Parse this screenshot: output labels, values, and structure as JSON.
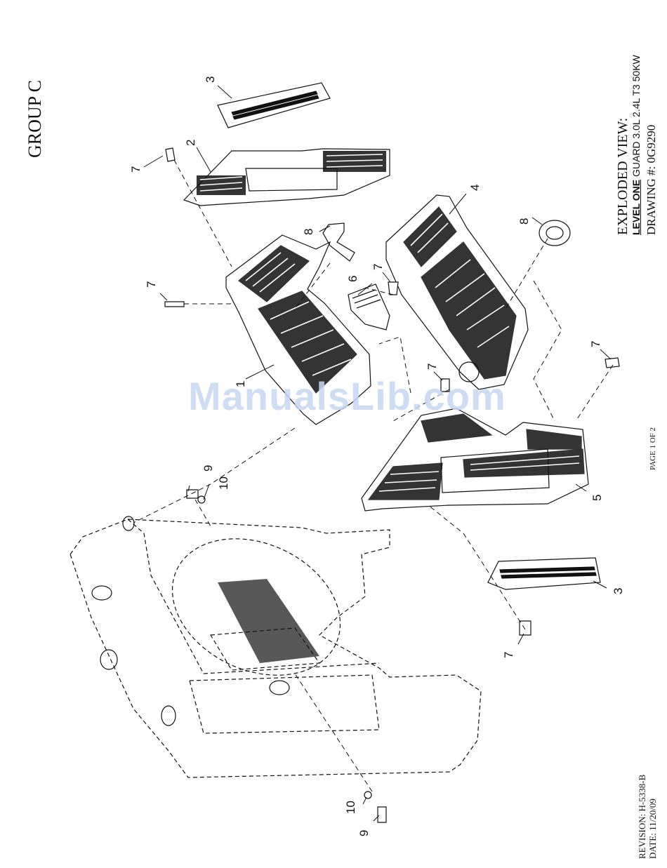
{
  "header": {
    "group": "GROUP C"
  },
  "title_block": {
    "line1": "EXPLODED VIEW:",
    "line2_emphasis": "LEVEL ONE",
    "line2_rest": " GUARD 3.0L 2.4L T3 50KW",
    "line3": "DRAWING #: 0G9290"
  },
  "page_label": "PAGE 1 OF 2",
  "revision": {
    "line1": "REVISION: H-5338-B",
    "line2": "DATE:  11/20/09"
  },
  "watermark": "ManualsLib.com",
  "callouts": {
    "c1": "1",
    "c2": "2",
    "c3a": "3",
    "c3b": "3",
    "c4": "4",
    "c5": "5",
    "c6": "6",
    "c7a": "7",
    "c7b": "7",
    "c7c": "7",
    "c7d": "7",
    "c7e": "7",
    "c7f": "7",
    "c8a": "8",
    "c8b": "8",
    "c9a": "9",
    "c9b": "9",
    "c10a": "10",
    "c10b": "10"
  }
}
